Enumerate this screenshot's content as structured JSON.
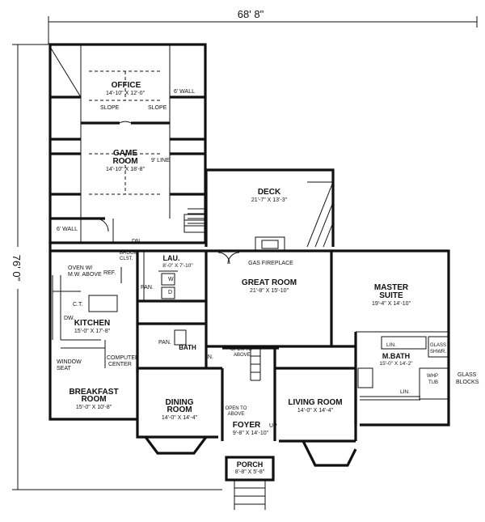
{
  "dimensions": {
    "overall_width": "68' 8\"",
    "overall_depth": "76' 0\""
  },
  "rooms": {
    "office": {
      "name": "OFFICE",
      "size": "14'-10\" X 12'-0\""
    },
    "game_room": {
      "name_line1": "GAME",
      "name_line2": "ROOM",
      "size": "14'-10\" X 18'-8\""
    },
    "deck": {
      "name": "DECK",
      "size": "21'-7\" X 13'-3\""
    },
    "great_room": {
      "name": "GREAT ROOM",
      "size": "21'-8\" X 15'-10\""
    },
    "master_suite": {
      "name_line1": "MASTER",
      "name_line2": "SUITE",
      "size": "19'-4\" X 14'-10\""
    },
    "kitchen": {
      "name": "KITCHEN",
      "size": "15'-0\" X 17'-8\""
    },
    "breakfast": {
      "name_line1": "BREAKFAST",
      "name_line2": "ROOM",
      "size": "15'-0\" X 10'-8\""
    },
    "dining": {
      "name_line1": "DINING",
      "name_line2": "ROOM",
      "size": "14'-0\" X 14'-4\""
    },
    "living": {
      "name": "LIVING ROOM",
      "size": "14'-0\" X 14'-4\""
    },
    "foyer": {
      "name": "FOYER",
      "size": "9'-8\" X 14'-10\""
    },
    "porch": {
      "name": "PORCH",
      "size": "8'-8\" X 5'-8\""
    },
    "laundry": {
      "name": "LAU.",
      "size": "8'-0\" X 7'-10\""
    },
    "master_bath": {
      "name": "M.BATH",
      "size": "15'-0\" X 14'-2\""
    }
  },
  "notes": {
    "slope_left": "SLOPE",
    "slope_right": "SLOPE",
    "wall_6_office": "6' WALL",
    "wall_6_left": "6' WALL",
    "line_9": "9' LINE",
    "gas_fireplace": "GAS FIREPLACE",
    "broom_closet_1": "BROOM",
    "broom_closet_2": "CLST.",
    "oven_1": "OVEN W/",
    "oven_2": "M.W. ABOVE",
    "ref": "REF.",
    "ct": "C.T.",
    "dw": "DW.",
    "computer_1": "COMPUTER",
    "computer_2": "CENTER",
    "window_1": "WINDOW",
    "window_2": "SEAT",
    "pan_1": "PAN.",
    "pan_2": "PAN.",
    "bath": "BATH",
    "ln_hall": "LN.",
    "lin_mbath": "LIN.",
    "lin_mbath2": "LIN.",
    "glass_shwr_1": "GLASS",
    "glass_shwr_2": "SHWR.",
    "whp_1": "WHP",
    "whp_2": "TUB",
    "glass_blocks_1": "GLASS",
    "glass_blocks_2": "BLOCKS",
    "open_above_1": "OPEN TO",
    "open_above_2": "ABOVE",
    "open_above_3": "OPEN TO",
    "open_above_4": "ABOVE",
    "dn": "DN",
    "up": "UP",
    "w": "W",
    "d": "D"
  }
}
